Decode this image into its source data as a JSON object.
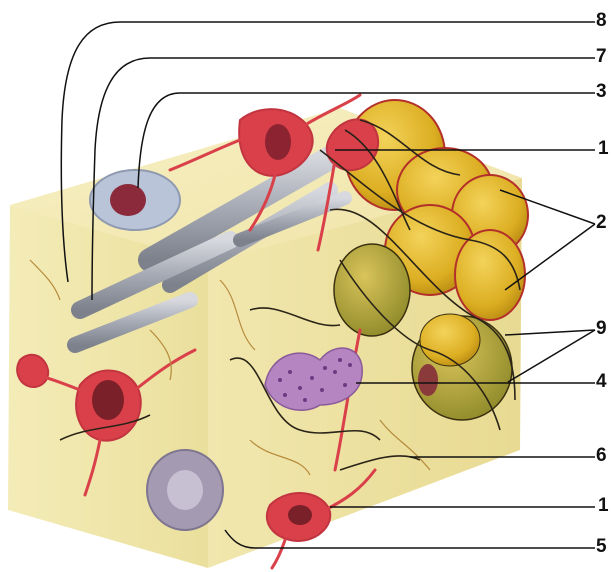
{
  "labels": [
    {
      "id": "label-8",
      "text": "8"
    },
    {
      "id": "label-7",
      "text": "7"
    },
    {
      "id": "label-3",
      "text": "3"
    },
    {
      "id": "label-1-top",
      "text": "1"
    },
    {
      "id": "label-2",
      "text": "2"
    },
    {
      "id": "label-9",
      "text": "9"
    },
    {
      "id": "label-4",
      "text": "4"
    },
    {
      "id": "label-6",
      "text": "6"
    },
    {
      "id": "label-1-bottom",
      "text": "1"
    },
    {
      "id": "label-5",
      "text": "5"
    }
  ],
  "colors": {
    "leader_line": "#111111",
    "matrix": "#f2e9b0",
    "fibroblast": "#d9404a",
    "collagen": "#a9adb8",
    "adipocyte": "#e2b62a",
    "reticular_fiber": "#2a2418",
    "mast_cell": "#9a64a8"
  }
}
